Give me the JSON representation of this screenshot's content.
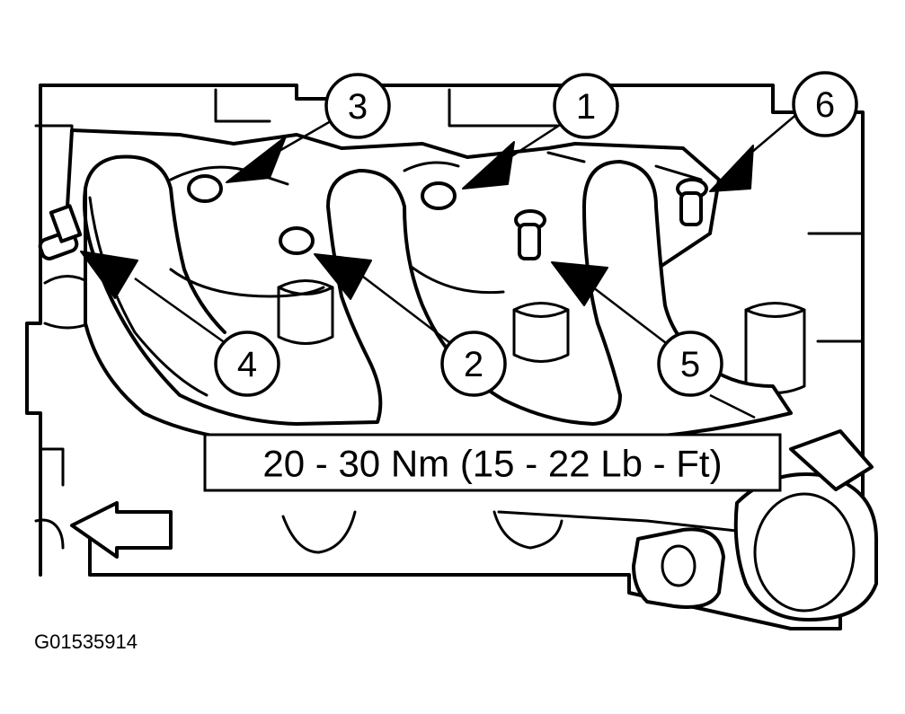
{
  "torque_spec": "20 - 30 Nm (15 - 22 Lb - Ft)",
  "figure_id": "G01535914",
  "callouts": [
    "1",
    "2",
    "3",
    "4",
    "5",
    "6"
  ]
}
